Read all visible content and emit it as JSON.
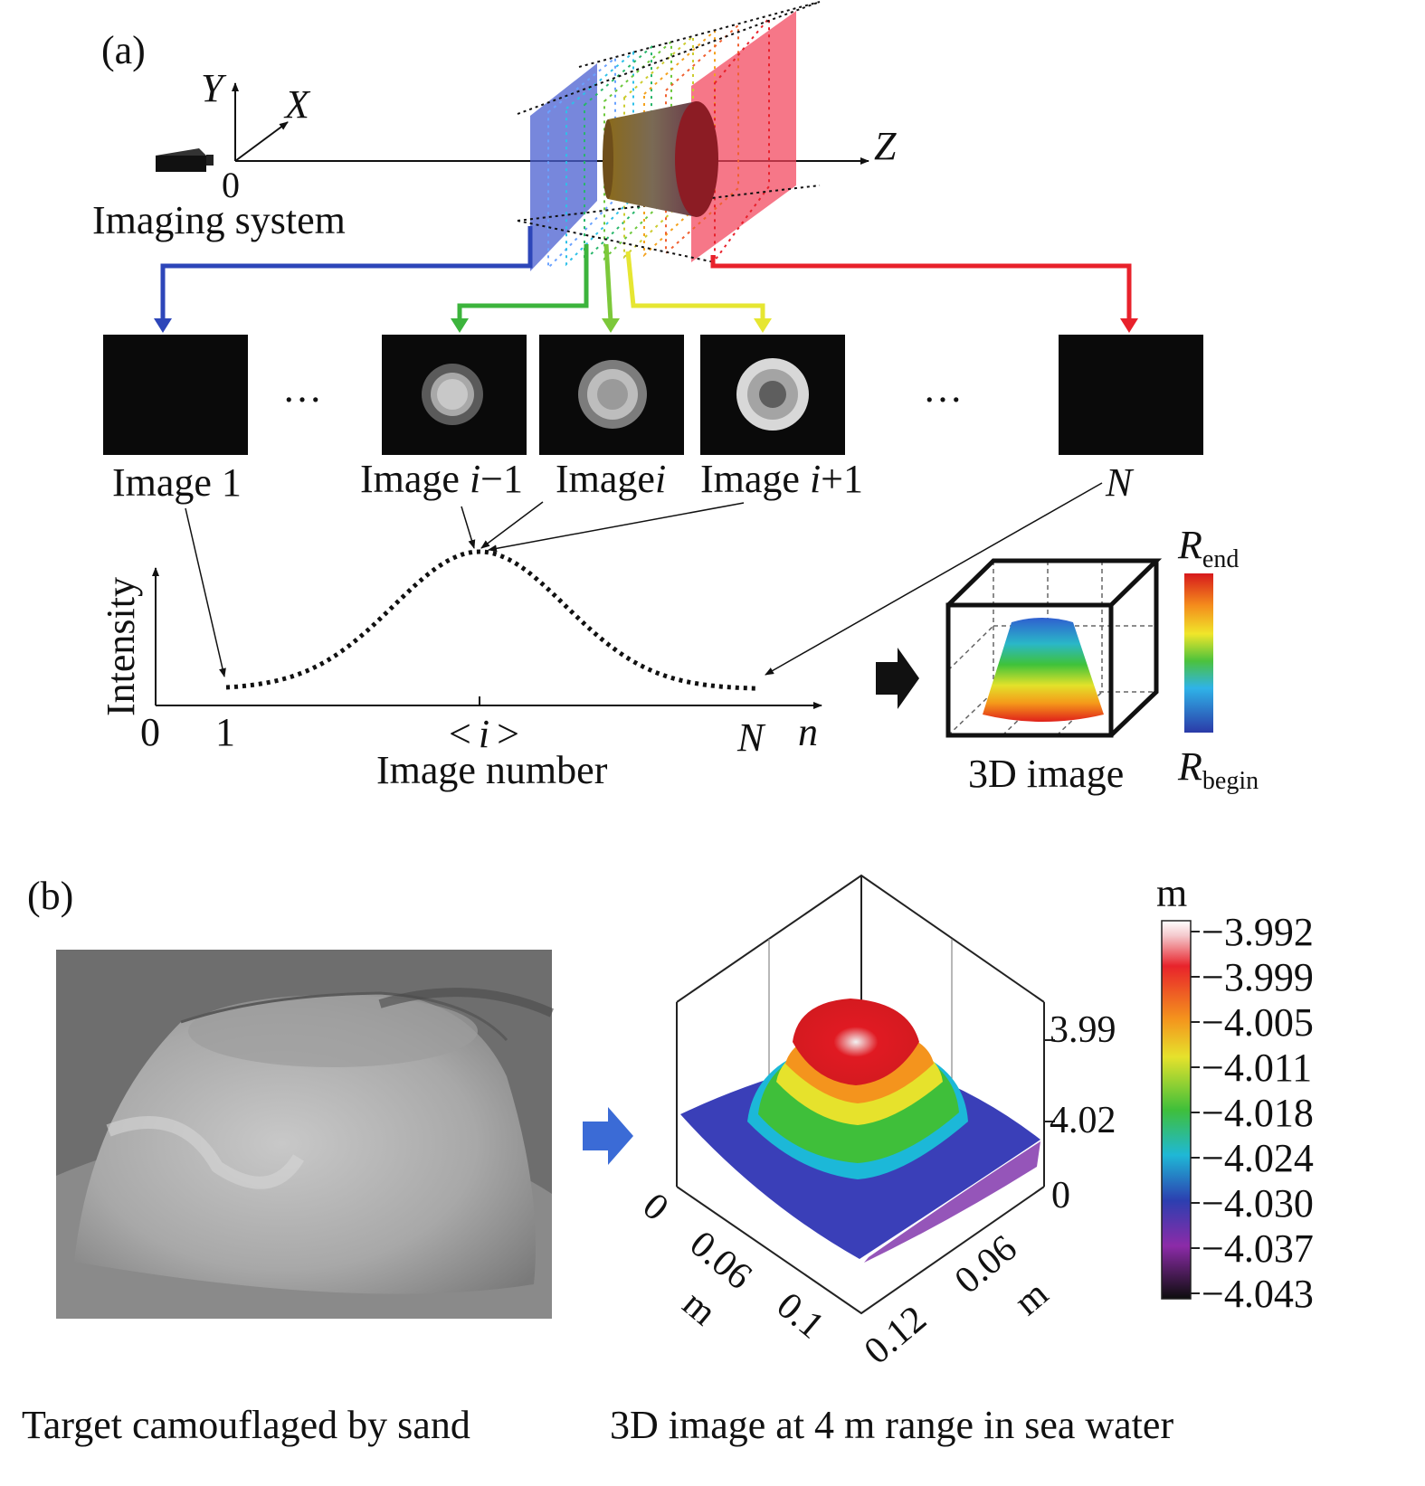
{
  "panel_a": {
    "label": "(a)",
    "axes": {
      "x": "X",
      "y": "Y",
      "z": "Z",
      "origin": "0"
    },
    "imaging_system_label": "Imaging system",
    "frames": [
      {
        "label": "Image 1",
        "content": "black"
      },
      {
        "label_prefix": "Image ",
        "label_var": "i",
        "label_suffix": "−1",
        "content": "rings-small"
      },
      {
        "label_prefix": "Image",
        "label_var": "i",
        "label_suffix": "",
        "content": "rings-mid"
      },
      {
        "label_prefix": "Image ",
        "label_var": "i",
        "label_suffix": "+1",
        "content": "rings-large"
      },
      {
        "label": "N",
        "content": "black"
      }
    ],
    "ellipsis": "…",
    "intensity_plot": {
      "ylabel": "Intensity",
      "xlabel": "Image number",
      "tick_labels": {
        "zero": "0",
        "one": "1",
        "peak_left": "<",
        "peak_var": "i",
        "peak_right": ">",
        "end": "N",
        "axis_var": "n"
      },
      "profile": "gaussian-peak-at-i"
    },
    "result_label": "3D image",
    "colorbar": {
      "top": {
        "main": "R",
        "sub": "end"
      },
      "bottom": {
        "main": "R",
        "sub": "begin"
      }
    },
    "colors": {
      "blue": "#2d46b9",
      "green": "#3cb43c",
      "yellow": "#e6e632",
      "red": "#e8212b"
    }
  },
  "panel_b": {
    "label": "(b)",
    "photo_caption": "Target camouflaged by sand",
    "plot_caption": "3D image at 4 m range in sea water",
    "colorbar": {
      "unit": "m",
      "ticks": [
        "−3.992",
        "−3.999",
        "−4.005",
        "−4.011",
        "−4.018",
        "−4.024",
        "−4.030",
        "−4.037",
        "−4.043"
      ]
    },
    "vertical_axis_ticks": [
      "3.99",
      "4.02",
      "0"
    ],
    "left_axis": {
      "ticks": [
        "0",
        "0.06",
        "0.1"
      ],
      "unit": "m"
    },
    "right_axis": {
      "ticks": [
        "0.12",
        "0.06"
      ],
      "unit": "m"
    }
  }
}
